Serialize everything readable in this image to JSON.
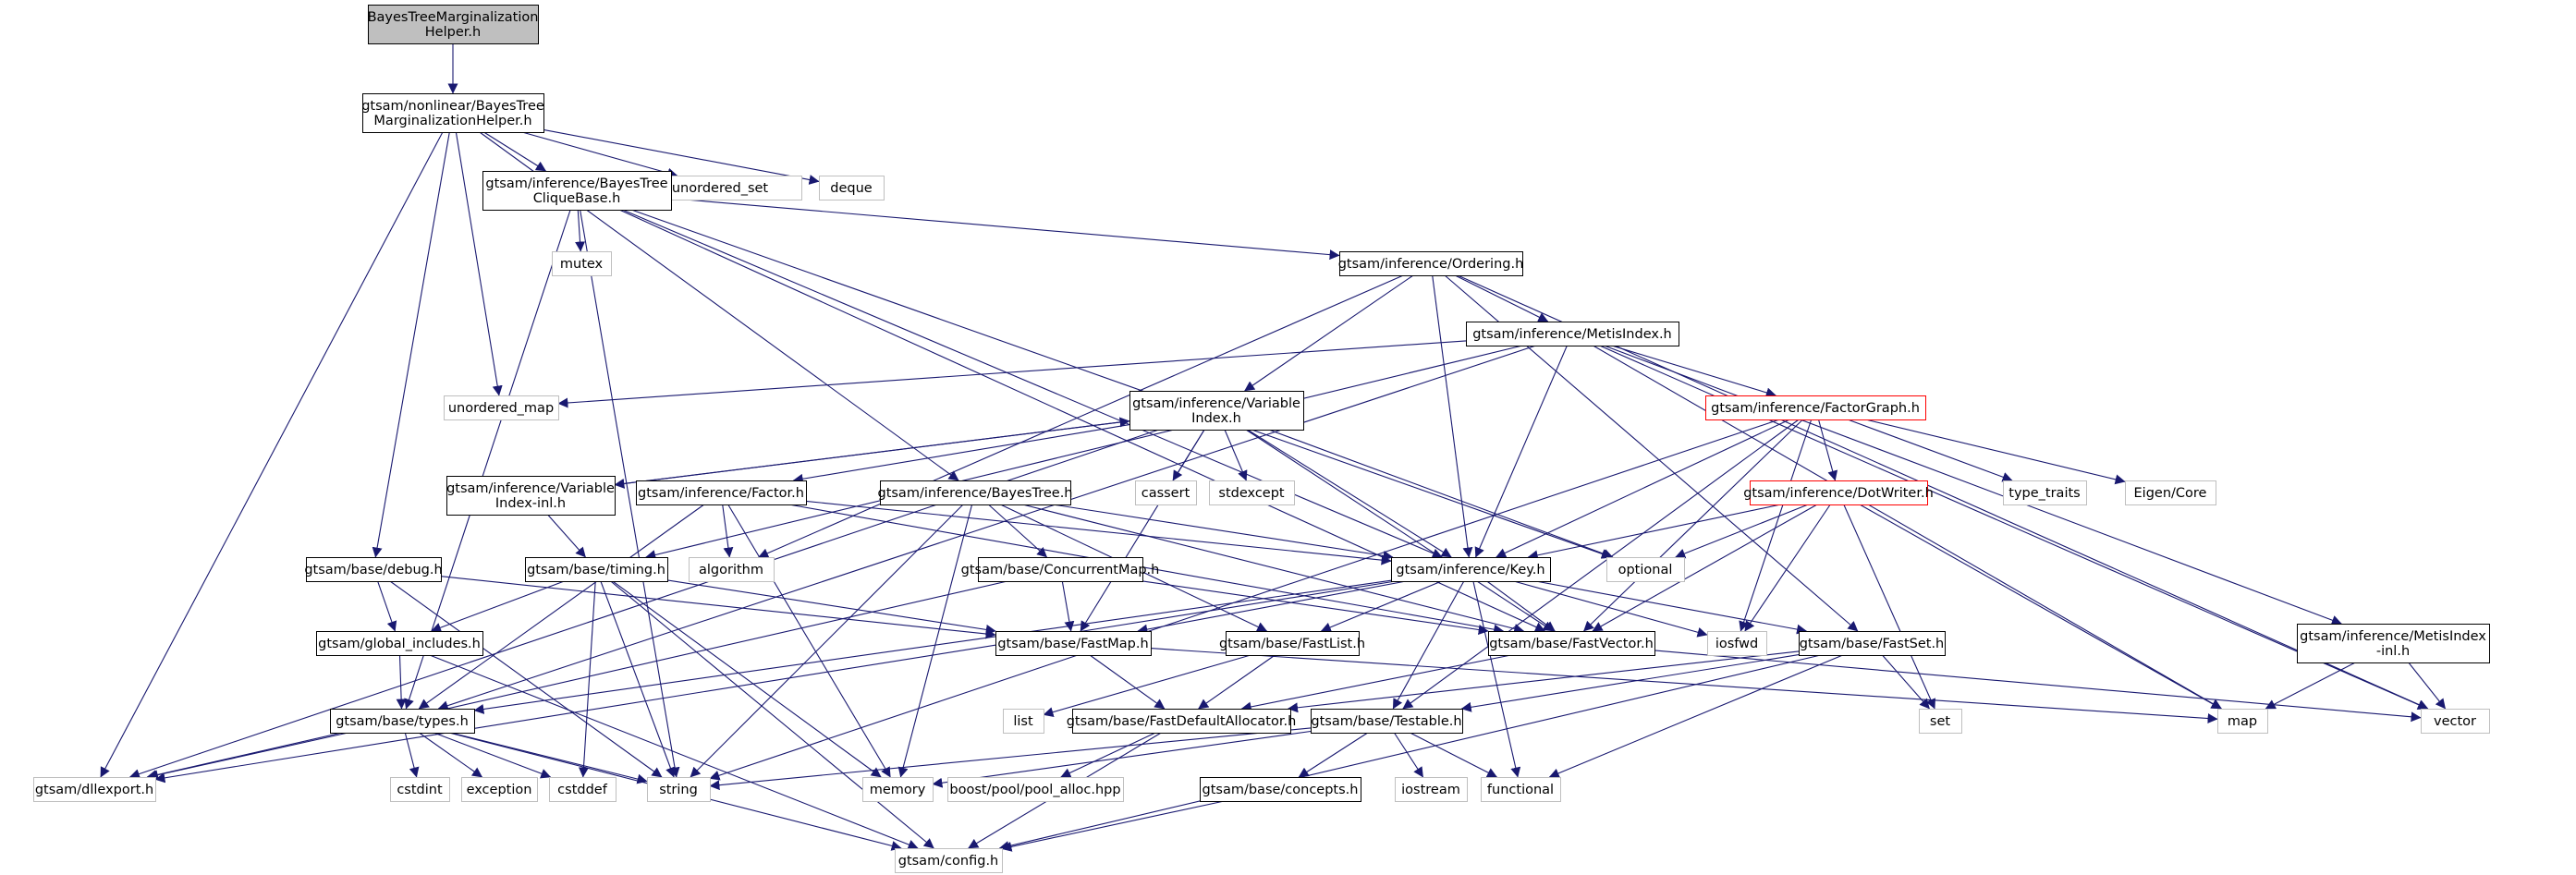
{
  "colors": {
    "edge": "#191970",
    "box_border": "#000000",
    "external_border": "#bfbfbf",
    "error_border": "#ff0000",
    "root_fill": "#bfbfbf",
    "node_fill": "#ffffff"
  },
  "nodes": [
    {
      "id": "root",
      "kind": "root",
      "lines": [
        "BayesTreeMarginalization",
        "Helper.h"
      ]
    },
    {
      "id": "nonlinear_helper",
      "kind": "file",
      "lines": [
        "gtsam/nonlinear/BayesTree",
        "MarginalizationHelper.h"
      ]
    },
    {
      "id": "unordered_set",
      "kind": "external",
      "lines": [
        "unordered_set"
      ]
    },
    {
      "id": "deque",
      "kind": "external",
      "lines": [
        "deque"
      ]
    },
    {
      "id": "clique_base",
      "kind": "file",
      "lines": [
        "gtsam/inference/BayesTree",
        "CliqueBase.h"
      ]
    },
    {
      "id": "mutex",
      "kind": "external",
      "lines": [
        "mutex"
      ]
    },
    {
      "id": "ordering",
      "kind": "file",
      "lines": [
        "gtsam/inference/Ordering.h"
      ]
    },
    {
      "id": "metis_index",
      "kind": "file",
      "lines": [
        "gtsam/inference/MetisIndex.h"
      ]
    },
    {
      "id": "unordered_map",
      "kind": "external",
      "lines": [
        "unordered_map"
      ]
    },
    {
      "id": "variable_index",
      "kind": "file",
      "lines": [
        "gtsam/inference/Variable",
        "Index.h"
      ]
    },
    {
      "id": "factor_graph",
      "kind": "error",
      "lines": [
        "gtsam/inference/FactorGraph.h"
      ]
    },
    {
      "id": "variable_index_inl",
      "kind": "file",
      "lines": [
        "gtsam/inference/Variable",
        "Index-inl.h"
      ]
    },
    {
      "id": "factor",
      "kind": "file",
      "lines": [
        "gtsam/inference/Factor.h"
      ]
    },
    {
      "id": "bayes_tree",
      "kind": "file",
      "lines": [
        "gtsam/inference/BayesTree.h"
      ]
    },
    {
      "id": "cassert",
      "kind": "external",
      "lines": [
        "cassert"
      ]
    },
    {
      "id": "stdexcept",
      "kind": "external",
      "lines": [
        "stdexcept"
      ]
    },
    {
      "id": "dot_writer",
      "kind": "error",
      "lines": [
        "gtsam/inference/DotWriter.h"
      ]
    },
    {
      "id": "type_traits",
      "kind": "external",
      "lines": [
        "type_traits"
      ]
    },
    {
      "id": "eigen_core",
      "kind": "external",
      "lines": [
        "Eigen/Core"
      ]
    },
    {
      "id": "debug",
      "kind": "file",
      "lines": [
        "gtsam/base/debug.h"
      ]
    },
    {
      "id": "timing",
      "kind": "file",
      "lines": [
        "gtsam/base/timing.h"
      ]
    },
    {
      "id": "algorithm",
      "kind": "external",
      "lines": [
        "algorithm"
      ]
    },
    {
      "id": "concurrent_map",
      "kind": "file",
      "lines": [
        "gtsam/base/ConcurrentMap.h"
      ]
    },
    {
      "id": "key",
      "kind": "file",
      "lines": [
        "gtsam/inference/Key.h"
      ]
    },
    {
      "id": "optional",
      "kind": "external",
      "lines": [
        "optional"
      ]
    },
    {
      "id": "global_includes",
      "kind": "file",
      "lines": [
        "gtsam/global_includes.h"
      ]
    },
    {
      "id": "fast_map",
      "kind": "file",
      "lines": [
        "gtsam/base/FastMap.h"
      ]
    },
    {
      "id": "fast_list",
      "kind": "file",
      "lines": [
        "gtsam/base/FastList.h"
      ]
    },
    {
      "id": "fast_vector",
      "kind": "file",
      "lines": [
        "gtsam/base/FastVector.h"
      ]
    },
    {
      "id": "iosfwd",
      "kind": "external",
      "lines": [
        "iosfwd"
      ]
    },
    {
      "id": "fast_set",
      "kind": "file",
      "lines": [
        "gtsam/base/FastSet.h"
      ]
    },
    {
      "id": "metis_index_inl",
      "kind": "file",
      "lines": [
        "gtsam/inference/MetisIndex",
        "-inl.h"
      ]
    },
    {
      "id": "types",
      "kind": "file",
      "lines": [
        "gtsam/base/types.h"
      ]
    },
    {
      "id": "list",
      "kind": "external",
      "lines": [
        "list"
      ]
    },
    {
      "id": "fast_default_allocator",
      "kind": "file",
      "lines": [
        "gtsam/base/FastDefaultAllocator.h"
      ]
    },
    {
      "id": "testable",
      "kind": "file",
      "lines": [
        "gtsam/base/Testable.h"
      ]
    },
    {
      "id": "set",
      "kind": "external",
      "lines": [
        "set"
      ]
    },
    {
      "id": "map",
      "kind": "external",
      "lines": [
        "map"
      ]
    },
    {
      "id": "vector",
      "kind": "external",
      "lines": [
        "vector"
      ]
    },
    {
      "id": "dllexport",
      "kind": "external",
      "lines": [
        "gtsam/dllexport.h"
      ]
    },
    {
      "id": "cstdint",
      "kind": "external",
      "lines": [
        "cstdint"
      ]
    },
    {
      "id": "exception",
      "kind": "external",
      "lines": [
        "exception"
      ]
    },
    {
      "id": "cstddef",
      "kind": "external",
      "lines": [
        "cstddef"
      ]
    },
    {
      "id": "string",
      "kind": "external",
      "lines": [
        "string"
      ]
    },
    {
      "id": "memory",
      "kind": "external",
      "lines": [
        "memory"
      ]
    },
    {
      "id": "boost_pool",
      "kind": "external",
      "lines": [
        "boost/pool/pool_alloc.hpp"
      ]
    },
    {
      "id": "iostream",
      "kind": "external",
      "lines": [
        "iostream"
      ]
    },
    {
      "id": "functional",
      "kind": "external",
      "lines": [
        "functional"
      ]
    },
    {
      "id": "concepts",
      "kind": "file",
      "lines": [
        "gtsam/base/concepts.h"
      ]
    },
    {
      "id": "config",
      "kind": "external",
      "lines": [
        "gtsam/config.h"
      ]
    }
  ],
  "edges": [
    [
      "root",
      "nonlinear_helper"
    ],
    [
      "nonlinear_helper",
      "clique_base"
    ],
    [
      "nonlinear_helper",
      "unordered_set"
    ],
    [
      "nonlinear_helper",
      "deque"
    ],
    [
      "nonlinear_helper",
      "unordered_map"
    ],
    [
      "nonlinear_helper",
      "bayes_tree"
    ],
    [
      "nonlinear_helper",
      "debug"
    ],
    [
      "nonlinear_helper",
      "dllexport"
    ],
    [
      "clique_base",
      "mutex"
    ],
    [
      "clique_base",
      "ordering"
    ],
    [
      "clique_base",
      "key"
    ],
    [
      "clique_base",
      "types"
    ],
    [
      "clique_base",
      "string"
    ],
    [
      "clique_base",
      "optional"
    ],
    [
      "clique_base",
      "fast_vector"
    ],
    [
      "ordering",
      "metis_index"
    ],
    [
      "ordering",
      "variable_index"
    ],
    [
      "ordering",
      "key"
    ],
    [
      "ordering",
      "fast_set"
    ],
    [
      "ordering",
      "vector"
    ],
    [
      "ordering",
      "algorithm"
    ],
    [
      "metis_index",
      "factor_graph"
    ],
    [
      "metis_index",
      "metis_index_inl"
    ],
    [
      "metis_index",
      "key"
    ],
    [
      "metis_index",
      "unordered_map"
    ],
    [
      "metis_index",
      "map"
    ],
    [
      "metis_index",
      "vector"
    ],
    [
      "metis_index",
      "types"
    ],
    [
      "metis_index",
      "timing"
    ],
    [
      "variable_index",
      "variable_index_inl"
    ],
    [
      "variable_index",
      "factor"
    ],
    [
      "variable_index",
      "cassert"
    ],
    [
      "variable_index",
      "stdexcept"
    ],
    [
      "variable_index",
      "key"
    ],
    [
      "variable_index",
      "fast_map"
    ],
    [
      "variable_index",
      "fast_vector"
    ],
    [
      "variable_index",
      "optional"
    ],
    [
      "variable_index",
      "dllexport"
    ],
    [
      "variable_index_inl",
      "variable_index"
    ],
    [
      "variable_index_inl",
      "timing"
    ],
    [
      "factor_graph",
      "dot_writer"
    ],
    [
      "factor_graph",
      "type_traits"
    ],
    [
      "factor_graph",
      "eigen_core"
    ],
    [
      "factor_graph",
      "key"
    ],
    [
      "factor_graph",
      "fast_vector"
    ],
    [
      "factor_graph",
      "testable"
    ],
    [
      "factor_graph",
      "iosfwd"
    ],
    [
      "factor_graph",
      "string"
    ],
    [
      "dot_writer",
      "key"
    ],
    [
      "dot_writer",
      "fast_vector"
    ],
    [
      "dot_writer",
      "optional"
    ],
    [
      "dot_writer",
      "iosfwd"
    ],
    [
      "dot_writer",
      "map"
    ],
    [
      "dot_writer",
      "set"
    ],
    [
      "factor",
      "key"
    ],
    [
      "factor",
      "fast_vector"
    ],
    [
      "factor",
      "types"
    ],
    [
      "factor",
      "algorithm"
    ],
    [
      "factor",
      "memory"
    ],
    [
      "bayes_tree",
      "concurrent_map"
    ],
    [
      "bayes_tree",
      "key"
    ],
    [
      "bayes_tree",
      "fast_list"
    ],
    [
      "bayes_tree",
      "fast_vector"
    ],
    [
      "bayes_tree",
      "memory"
    ],
    [
      "bayes_tree",
      "string"
    ],
    [
      "debug",
      "global_includes"
    ],
    [
      "debug",
      "fast_map"
    ],
    [
      "debug",
      "string"
    ],
    [
      "timing",
      "global_includes"
    ],
    [
      "timing",
      "fast_map"
    ],
    [
      "timing",
      "cstddef"
    ],
    [
      "timing",
      "string"
    ],
    [
      "timing",
      "memory"
    ],
    [
      "timing",
      "config"
    ],
    [
      "concurrent_map",
      "fast_map"
    ],
    [
      "concurrent_map",
      "fast_vector"
    ],
    [
      "concurrent_map",
      "dllexport"
    ],
    [
      "key",
      "fast_map"
    ],
    [
      "key",
      "fast_list"
    ],
    [
      "key",
      "fast_vector"
    ],
    [
      "key",
      "fast_set"
    ],
    [
      "key",
      "testable"
    ],
    [
      "key",
      "iosfwd"
    ],
    [
      "key",
      "types"
    ],
    [
      "key",
      "functional"
    ],
    [
      "key",
      "dllexport"
    ],
    [
      "global_includes",
      "types"
    ],
    [
      "global_includes",
      "config"
    ],
    [
      "fast_map",
      "fast_default_allocator"
    ],
    [
      "fast_map",
      "map"
    ],
    [
      "fast_list",
      "fast_default_allocator"
    ],
    [
      "fast_list",
      "list"
    ],
    [
      "fast_vector",
      "fast_default_allocator"
    ],
    [
      "fast_vector",
      "vector"
    ],
    [
      "fast_set",
      "fast_default_allocator"
    ],
    [
      "fast_set",
      "testable"
    ],
    [
      "fast_set",
      "set"
    ],
    [
      "fast_set",
      "functional"
    ],
    [
      "fast_set",
      "config"
    ],
    [
      "metis_index_inl",
      "map"
    ],
    [
      "metis_index_inl",
      "vector"
    ],
    [
      "types",
      "dllexport"
    ],
    [
      "types",
      "cstdint"
    ],
    [
      "types",
      "exception"
    ],
    [
      "types",
      "cstddef"
    ],
    [
      "types",
      "string"
    ],
    [
      "types",
      "config"
    ],
    [
      "fast_default_allocator",
      "boost_pool"
    ],
    [
      "fast_default_allocator",
      "config"
    ],
    [
      "testable",
      "concepts"
    ],
    [
      "testable",
      "iostream"
    ],
    [
      "testable",
      "functional"
    ],
    [
      "testable",
      "memory"
    ],
    [
      "testable",
      "string"
    ],
    [
      "concepts",
      "config"
    ]
  ]
}
